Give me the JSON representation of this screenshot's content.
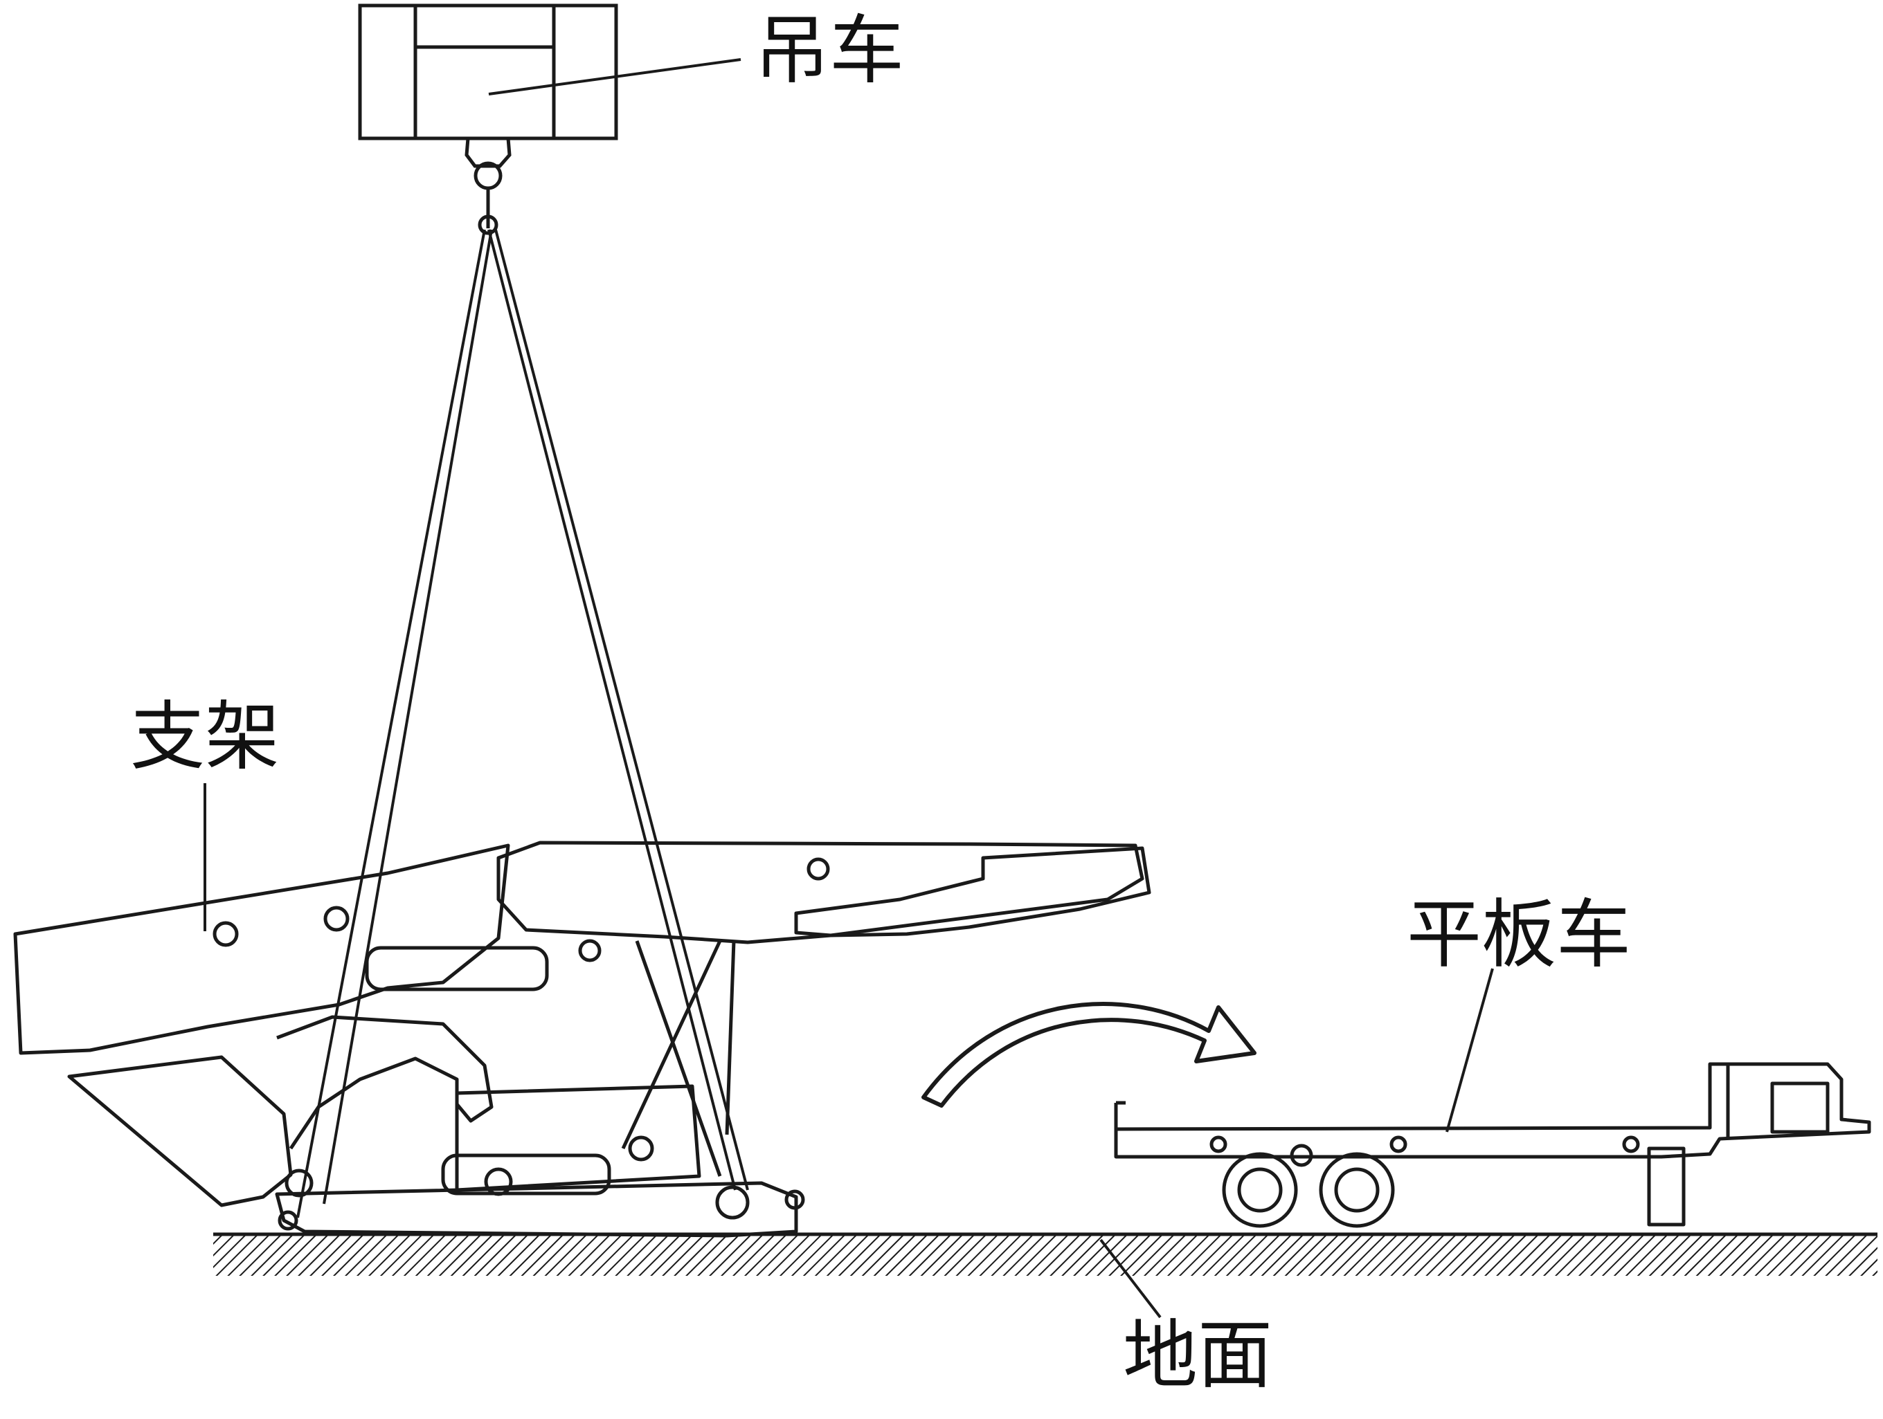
{
  "labels": {
    "crane": "吊车",
    "support": "支架",
    "flatbed": "平板车",
    "ground": "地面"
  },
  "colors": {
    "line": "#1a1a1a",
    "background": "#ffffff"
  }
}
